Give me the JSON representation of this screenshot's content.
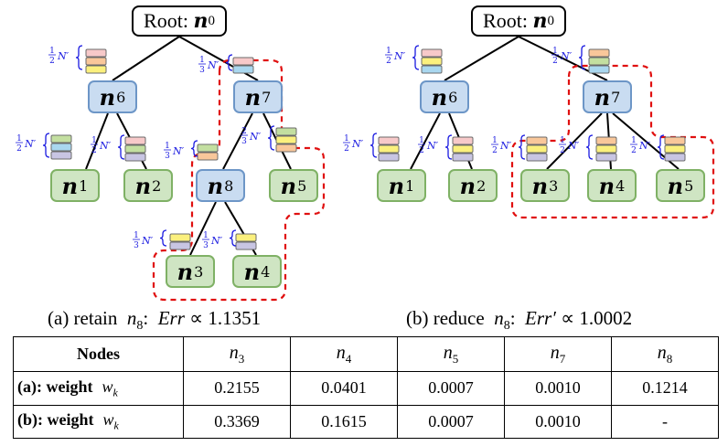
{
  "diagram_a": {
    "root_label": "Root:",
    "root_node": "n",
    "root_index": "0",
    "node_base": "n",
    "node_indices": {
      "n6": "6",
      "n7": "7",
      "n8": "8",
      "n1": "1",
      "n2": "2",
      "n5": "5",
      "n3": "3",
      "n4": "4"
    },
    "caption_prefix": "(a) retain",
    "caption_node": "n",
    "caption_index": "8",
    "caption_mid": ":",
    "caption_err": "Err",
    "caption_value": " ∝ 1.1351"
  },
  "diagram_b": {
    "root_label": "Root:",
    "root_node": "n",
    "root_index": "0",
    "node_base": "n",
    "node_indices": {
      "n6": "6",
      "n7": "7",
      "n1": "1",
      "n2": "2",
      "n3": "3",
      "n4": "4",
      "n5": "5"
    },
    "caption_prefix": "(b) reduce",
    "caption_node": "n",
    "caption_index": "8",
    "caption_mid": ":",
    "caption_err": "Err′",
    "caption_value": " ∝ 1.0002"
  },
  "fractions": {
    "half_num": "1",
    "half_den": "2",
    "third_num": "1",
    "third_den": "3",
    "twothird_num": "2",
    "twothird_den": "3",
    "nprime": "N′"
  },
  "colors": {
    "stack_pink": "#f7c9c9",
    "stack_orange": "#f9c79a",
    "stack_yellow": "#fbf07d",
    "stack_blue": "#a9d7ef",
    "stack_green": "#c3dfa0",
    "stack_purple": "#c8c5e3",
    "fraction_blue": "#1a1ae0",
    "dashed_red": "#e01010",
    "node_blue": "#c9dcf1",
    "node_green": "#cfe5c3"
  },
  "table": {
    "header_first": "Nodes",
    "header_indices": [
      "3",
      "4",
      "5",
      "7",
      "8"
    ],
    "header_base": "n",
    "rows": [
      {
        "label": "(a): weight",
        "wk_base": "w",
        "wk_index": "k",
        "values": [
          "0.2155",
          "0.0401",
          "0.0007",
          "0.0010",
          "0.1214"
        ]
      },
      {
        "label": "(b): weight",
        "wk_base": "w",
        "wk_index": "k",
        "values": [
          "0.3369",
          "0.1615",
          "0.0007",
          "0.0010",
          "-"
        ]
      }
    ]
  }
}
